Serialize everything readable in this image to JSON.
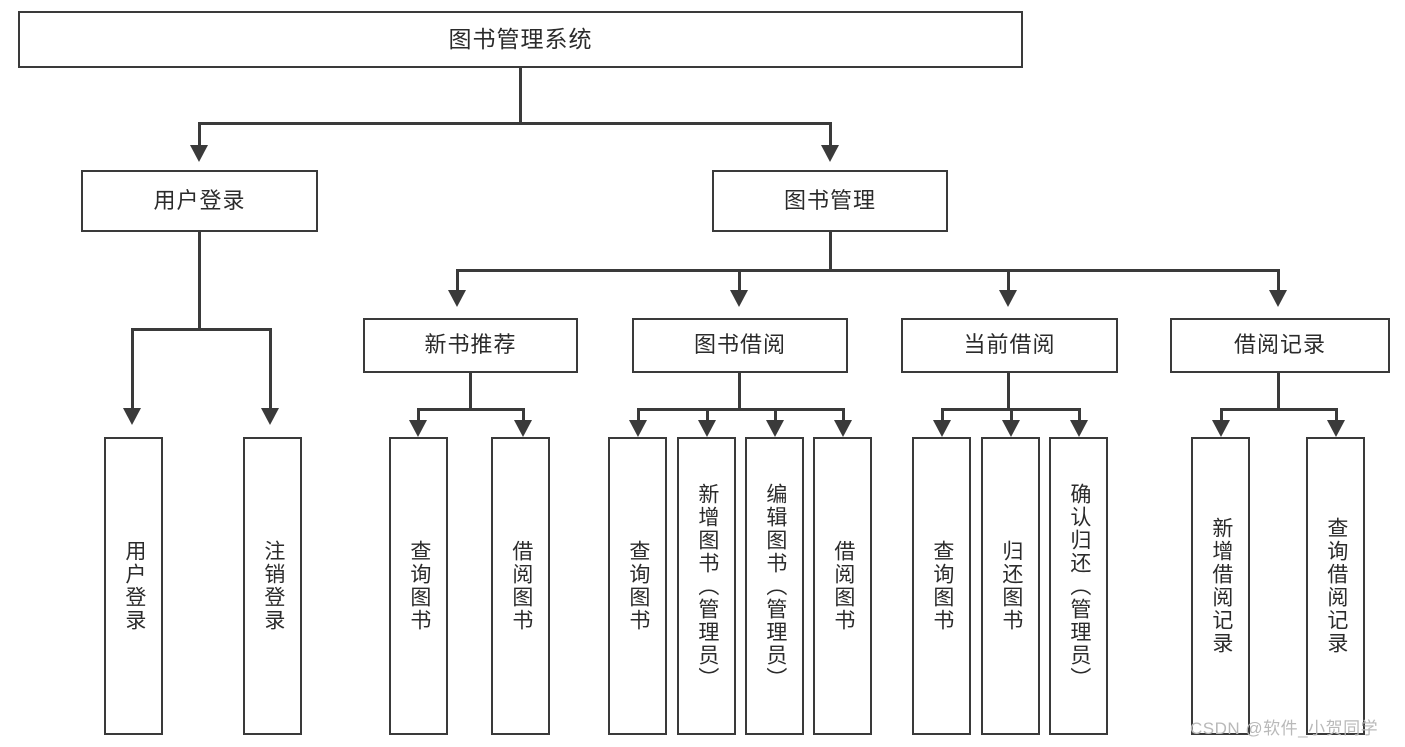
{
  "diagram": {
    "type": "tree",
    "title": "图书管理系统",
    "stroke_color": "#3a3a3a",
    "background_color": "#ffffff",
    "text_color": "#2b2b2b"
  },
  "root": {
    "label": "图书管理系统"
  },
  "level1": [
    {
      "label": "用户登录"
    },
    {
      "label": "图书管理"
    }
  ],
  "level2": [
    {
      "label": "新书推荐"
    },
    {
      "label": "图书借阅"
    },
    {
      "label": "当前借阅"
    },
    {
      "label": "借阅记录"
    }
  ],
  "leaves": {
    "user_login": [
      {
        "label": "用户登录"
      },
      {
        "label": "注销登录"
      }
    ],
    "new_book_recommend": [
      {
        "label": "查询图书"
      },
      {
        "label": "借阅图书"
      }
    ],
    "book_borrow": [
      {
        "label": "查询图书"
      },
      {
        "label": "新增图书（管理员）"
      },
      {
        "label": "编辑图书（管理员）"
      },
      {
        "label": "借阅图书"
      }
    ],
    "current_borrow": [
      {
        "label": "查询图书"
      },
      {
        "label": "归还图书"
      },
      {
        "label": "确认归还（管理员）"
      }
    ],
    "borrow_record": [
      {
        "label": "新增借阅记录"
      },
      {
        "label": "查询借阅记录"
      }
    ]
  },
  "watermark": {
    "text": "CSDN @软件_小贺同学"
  }
}
